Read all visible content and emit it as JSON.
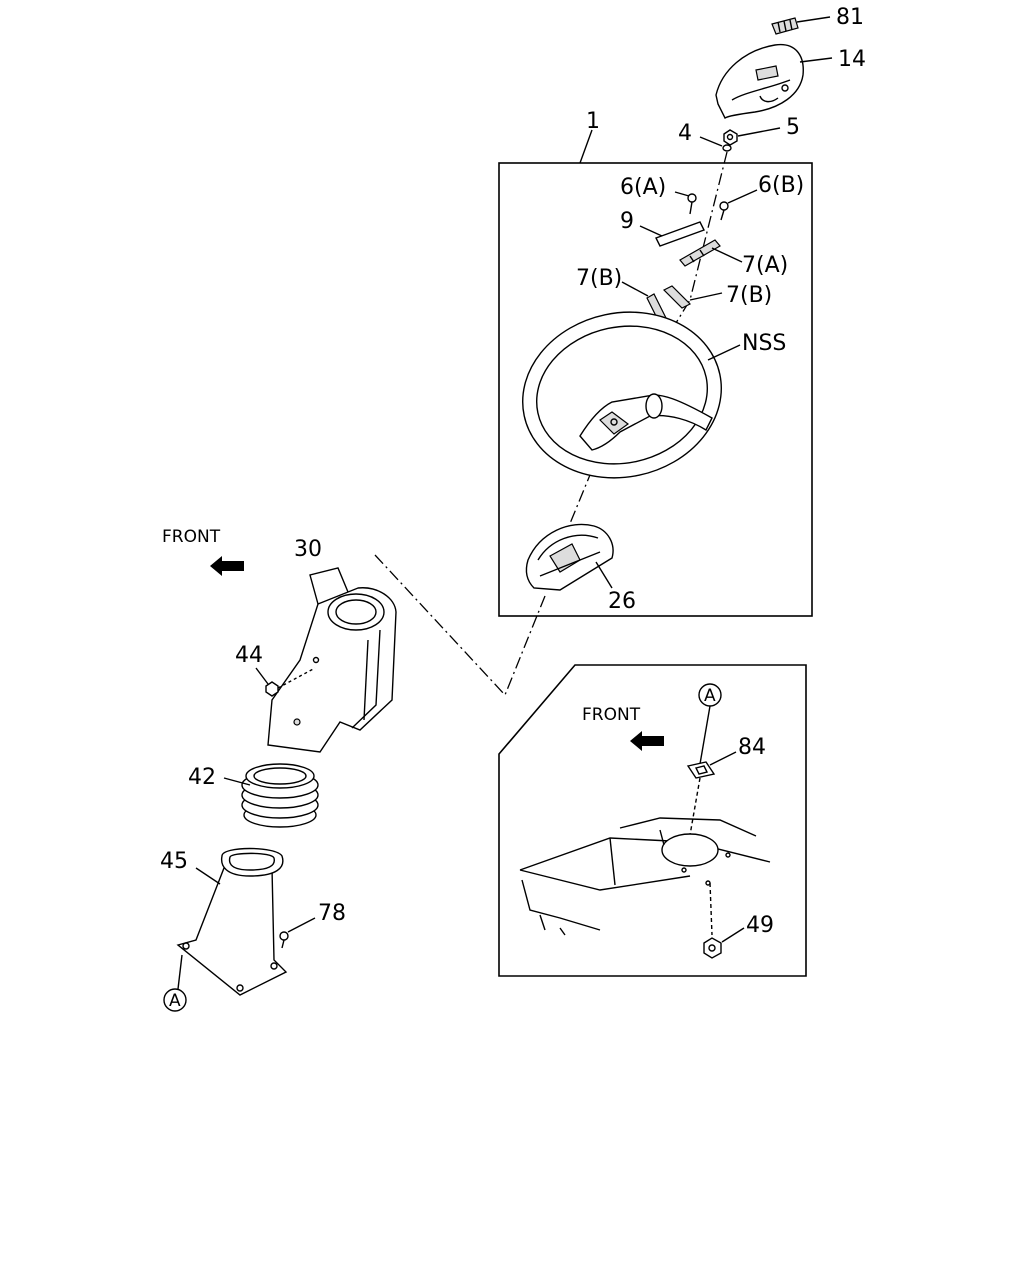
{
  "labels": {
    "p81": "81",
    "p14": "14",
    "p1": "1",
    "p4": "4",
    "p5": "5",
    "p6a": "6(A)",
    "p6b": "6(B)",
    "p9": "9",
    "p7a": "7(A)",
    "p7b_left": "7(B)",
    "p7b_right": "7(B)",
    "nss": "NSS",
    "p26": "26",
    "front_left": "FRONT",
    "p30": "30",
    "p44": "44",
    "p42": "42",
    "p45": "45",
    "p78": "78",
    "callout_a_left": "A",
    "front_right": "FRONT",
    "callout_a_right": "A",
    "p84": "84",
    "p49": "49"
  }
}
